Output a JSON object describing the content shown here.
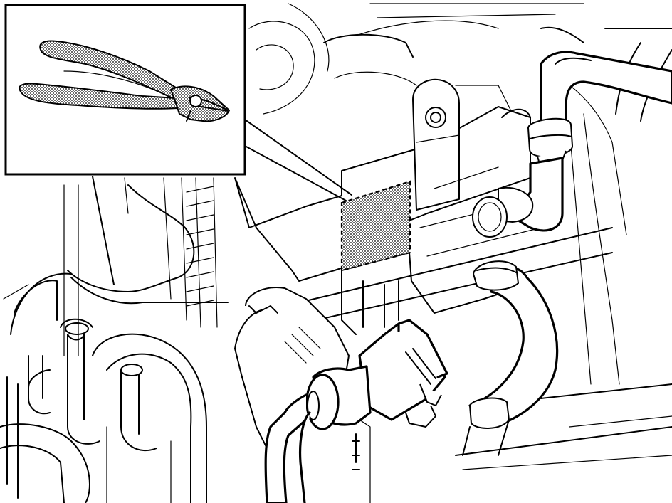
{
  "figure": {
    "type": "service-manual-line-illustration",
    "colors": {
      "line": "#000000",
      "background": "#ffffff",
      "stipple": "#9a9a9a"
    },
    "parts": [
      "side-cutter-pliers",
      "callout-inset",
      "cut-location-marker",
      "electrical-connector",
      "wiring-harness",
      "coolant-hose",
      "hose-clamp",
      "mounting-bracket",
      "radiator-core"
    ]
  }
}
